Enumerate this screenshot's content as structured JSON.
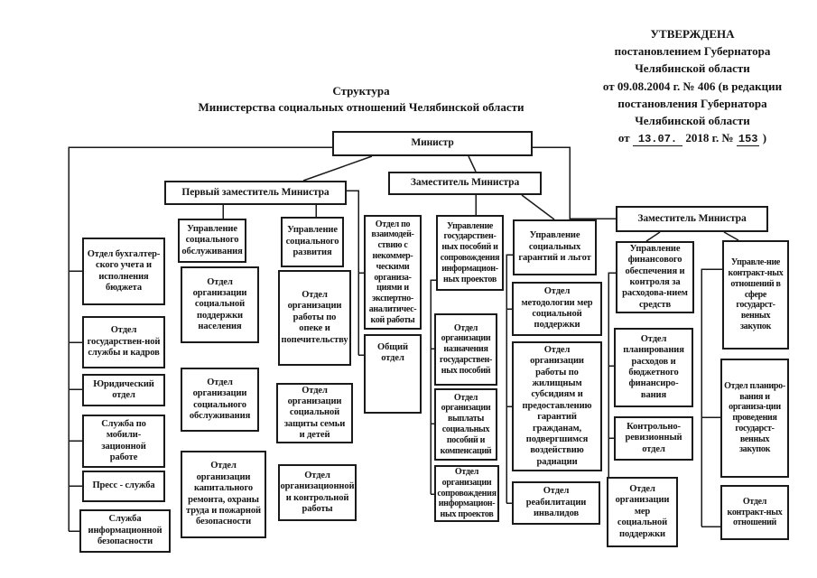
{
  "approval": {
    "lines": [
      "УТВЕРЖДЕНА",
      "постановлением Губернатора",
      "Челябинской области",
      "от 09.08.2004 г. № 406 (в редакции",
      "постановления Губернатора",
      "Челябинской области"
    ],
    "last_line": {
      "prefix": "от",
      "date": "13.07.",
      "mid": "2018 г. №",
      "number": "153",
      "suffix": ")"
    }
  },
  "title": {
    "line1": "Структура",
    "line2": "Министерства социальных отношений Челябинской области"
  },
  "boxes": {
    "minister": "Министр",
    "first_deputy": "Первый заместитель Министра",
    "deputy2": "Заместитель Министра",
    "deputy3": "Заместитель Министра",
    "a1": "Отдел бухгалтер-ского учета и исполнения бюджета",
    "a2": "Отдел государствен-ной службы и кадров",
    "a3": "Юридический отдел",
    "a4": "Служба по мобили-зационной работе",
    "a5": "Пресс - служба",
    "a6": "Служба информационной безопасности",
    "b0": "Управление социального обслуживания",
    "b1": "Отдел организации социальной поддержки населения",
    "b2": "Отдел организации социального обслуживания",
    "b3": "Отдел организации капитального ремонта, охраны труда и пожарной безопасности",
    "c0": "Управление социального развития",
    "c1": "Отдел организации работы по опеке и попечительству",
    "c2": "Отдел организации социальной защиты семьи и детей",
    "c3": "Отдел организационной и контрольной работы",
    "d1": "Отдел по взаимодей-ствию с некоммер-ческими организа-циями и экспертно-аналитичес-кой работы",
    "d2": "Общий отдел",
    "e0": "Управление государствен-ных пособий и сопровождения информацион-ных проектов",
    "e1": "Отдел организации назначения государствен-ных пособий",
    "e2": "Отдел организации выплаты социальных пособий и компенсаций",
    "e3": "Отдел организации сопровождения информацион-ных проектов",
    "f0": "Управление социальных гарантий и льгот",
    "f1": "Отдел методологии мер социальной поддержки",
    "f2": "Отдел организации работы по жилищным субсидиям и предоставлению гарантий гражданам, подвергшимся воздействию радиации",
    "f3": "Отдел реабилитации инвалидов",
    "g0": "Отдел организации мер социальной поддержки",
    "h0": "Управление финансового обеспечения и контроля за расходова-нием средств",
    "h1": "Отдел планирования расходов и бюджетного финансиро-вания",
    "h2": "Контрольно-ревизионный отдел",
    "i0": "Управле-ние контракт-ных отношений в сфере государст-венных закупок",
    "i1": "Отдел планиро-вания и организа-ции проведения государст-венных закупок",
    "i2": "Отдел контракт-ных отношений"
  }
}
